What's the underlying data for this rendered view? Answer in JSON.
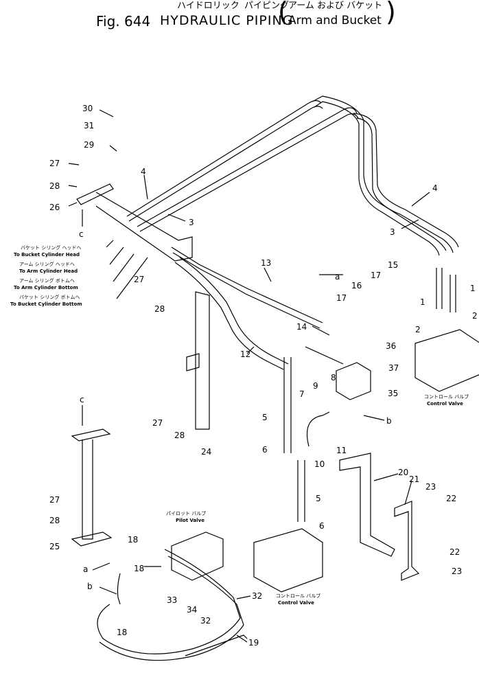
{
  "title": {
    "fig": "Fig. 644",
    "jp_hydraulic": "ハイドロリック",
    "jp_piping": "パイピング",
    "en_title": "HYDRAULIC  PIPING",
    "jp_sub": "アーム および バケット",
    "en_sub": "Arm and Bucket"
  },
  "pipe_labels": [
    {
      "jp": "バケット シリング ヘッドへ",
      "en": "To Bucket Cylinder Head"
    },
    {
      "jp": "アーム シリング ヘッドへ",
      "en": "To Arm Cylinder Head"
    },
    {
      "jp": "アーム シリング ボトムへ",
      "en": "To Arm Cylinder Bottom"
    },
    {
      "jp": "バケット シリング ボトムへ",
      "en": "To Bucket Cylinder Bottom"
    }
  ],
  "components": {
    "control_valve_right_jp": "コントロール バルブ",
    "control_valve_right_en": "Control Valve",
    "control_valve_bottom_jp": "コントロール バルブ",
    "control_valve_bottom_en": "Control Valve",
    "pilot_valve_jp": "パイロット バルブ",
    "pilot_valve_en": "Pilot Valve"
  },
  "letters": {
    "a": "a",
    "b": "b",
    "c": "c"
  },
  "callouts": {
    "n1a": "1",
    "n1b": "1",
    "n2a": "2",
    "n2b": "2",
    "n3a": "3",
    "n3b": "3",
    "n4a": "4",
    "n4b": "4",
    "n5a": "5",
    "n5b": "5",
    "n6a": "6",
    "n6b": "6",
    "n7": "7",
    "n8": "8",
    "n9": "9",
    "n10": "10",
    "n11": "11",
    "n12": "12",
    "n13": "13",
    "n14": "14",
    "n15": "15",
    "n16": "16",
    "n17a": "17",
    "n17b": "17",
    "n18a": "18",
    "n18b": "18",
    "n18c": "18",
    "n19": "19",
    "n20": "20",
    "n21": "21",
    "n22a": "22",
    "n22b": "22",
    "n23a": "23",
    "n23b": "23",
    "n24": "24",
    "n25": "25",
    "n26": "26",
    "n27a": "27",
    "n27b": "27",
    "n27c": "27",
    "n27d": "27",
    "n28a": "28",
    "n28b": "28",
    "n28c": "28",
    "n28d": "28",
    "n29": "29",
    "n30": "30",
    "n31": "31",
    "n32a": "32",
    "n32b": "32",
    "n33": "33",
    "n34": "34",
    "n35": "35",
    "n36": "36",
    "n37": "37"
  }
}
